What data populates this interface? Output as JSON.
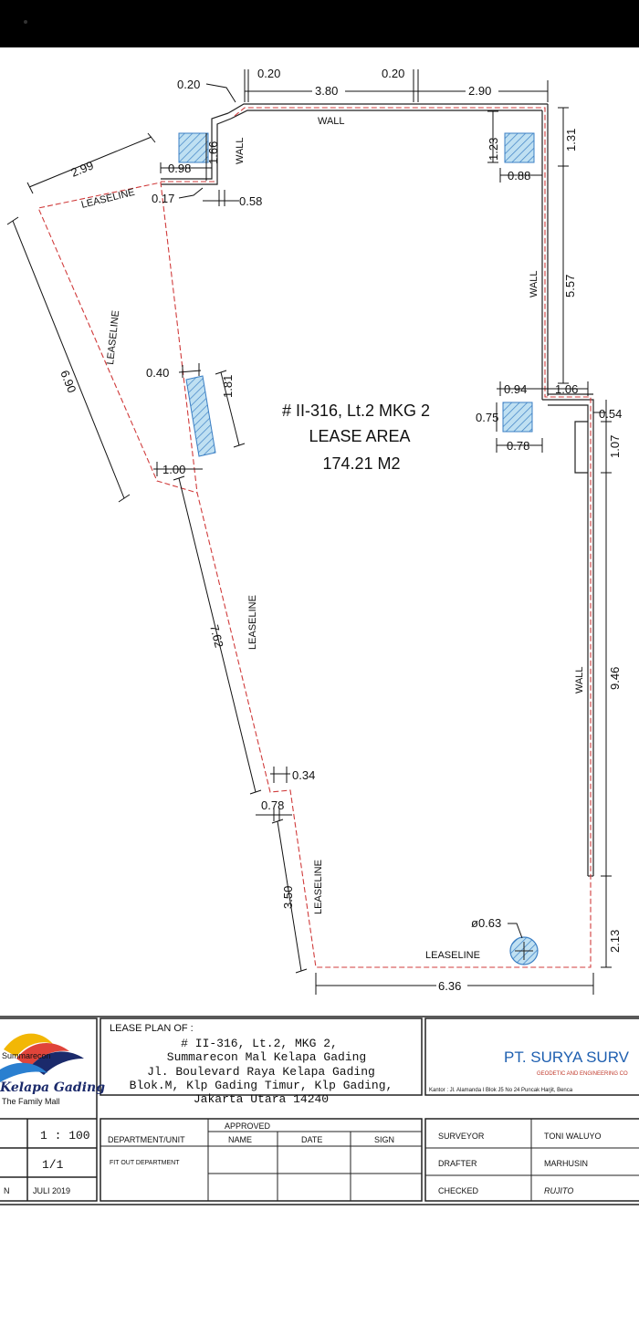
{
  "plan": {
    "title": "# II-316, Lt.2 MKG 2",
    "subtitle": "LEASE AREA",
    "area": "174.21 M2",
    "labels": {
      "wall": "WALL",
      "leaseline": "LEASELINE"
    },
    "dims": {
      "d_020a": "0.20",
      "d_020b": "0.20",
      "d_020c": "0.20",
      "d_380": "3.80",
      "d_290": "2.90",
      "d_166": "1.66",
      "d_098": "0.98",
      "d_299": "2.99",
      "d_017": "0.17",
      "d_058": "0.58",
      "d_123": "1.23",
      "d_131": "1.31",
      "d_088": "0.88",
      "d_557": "5.57",
      "d_690": "6.90",
      "d_040": "0.40",
      "d_181": "1.81",
      "d_100": "1.00",
      "d_094": "0.94",
      "d_106": "1.06",
      "d_075": "0.75",
      "d_078a": "0.78",
      "d_054": "0.54",
      "d_107": "1.07",
      "d_762": "7.62",
      "d_946": "9.46",
      "d_034": "0.34",
      "d_078b": "0.78",
      "d_350": "3.50",
      "d_063": "ø0.63",
      "d_213": "2.13",
      "d_636": "6.36"
    }
  },
  "titleblock": {
    "logo": {
      "top": "Summarecon",
      "script": "Kelapa Gading",
      "tag": "The Family Mall"
    },
    "lease_plan_of": "LEASE PLAN OF :",
    "lines": [
      "# II-316, Lt.2, MKG 2,",
      "Summarecon Mal Kelapa Gading",
      "Jl. Boulevard Raya Kelapa Gading",
      "Blok.M, Klp Gading Timur, Klp Gading,",
      "Jakarta Utara 14240"
    ],
    "company": "PT. SURYA SURV",
    "company_sub": "GEODETIC AND ENGINEERING CO",
    "company_addr": "Kantor : Jl. Alamanda I Blok J5 No 24 Puncak Harjit, Benca",
    "scale": "1 : 100",
    "sheet": "1/1",
    "date": "JULI 2019",
    "left_cut": "N",
    "approved": "APPROVED",
    "headers": [
      "DEPARTMENT/UNIT",
      "NAME",
      "DATE",
      "SIGN"
    ],
    "department": "FIT OUT DEPARTMENT",
    "roles": [
      {
        "role": "SURVEYOR",
        "name": "TONI WALUYO"
      },
      {
        "role": "DRAFTER",
        "name": "MARHUSIN"
      },
      {
        "role": "CHECKED",
        "name": "RUJITO"
      }
    ]
  },
  "colors": {
    "leaseline": "#d03b3b",
    "hatch": "#3b7fc4",
    "hatch_fill": "#bfe0f2"
  }
}
